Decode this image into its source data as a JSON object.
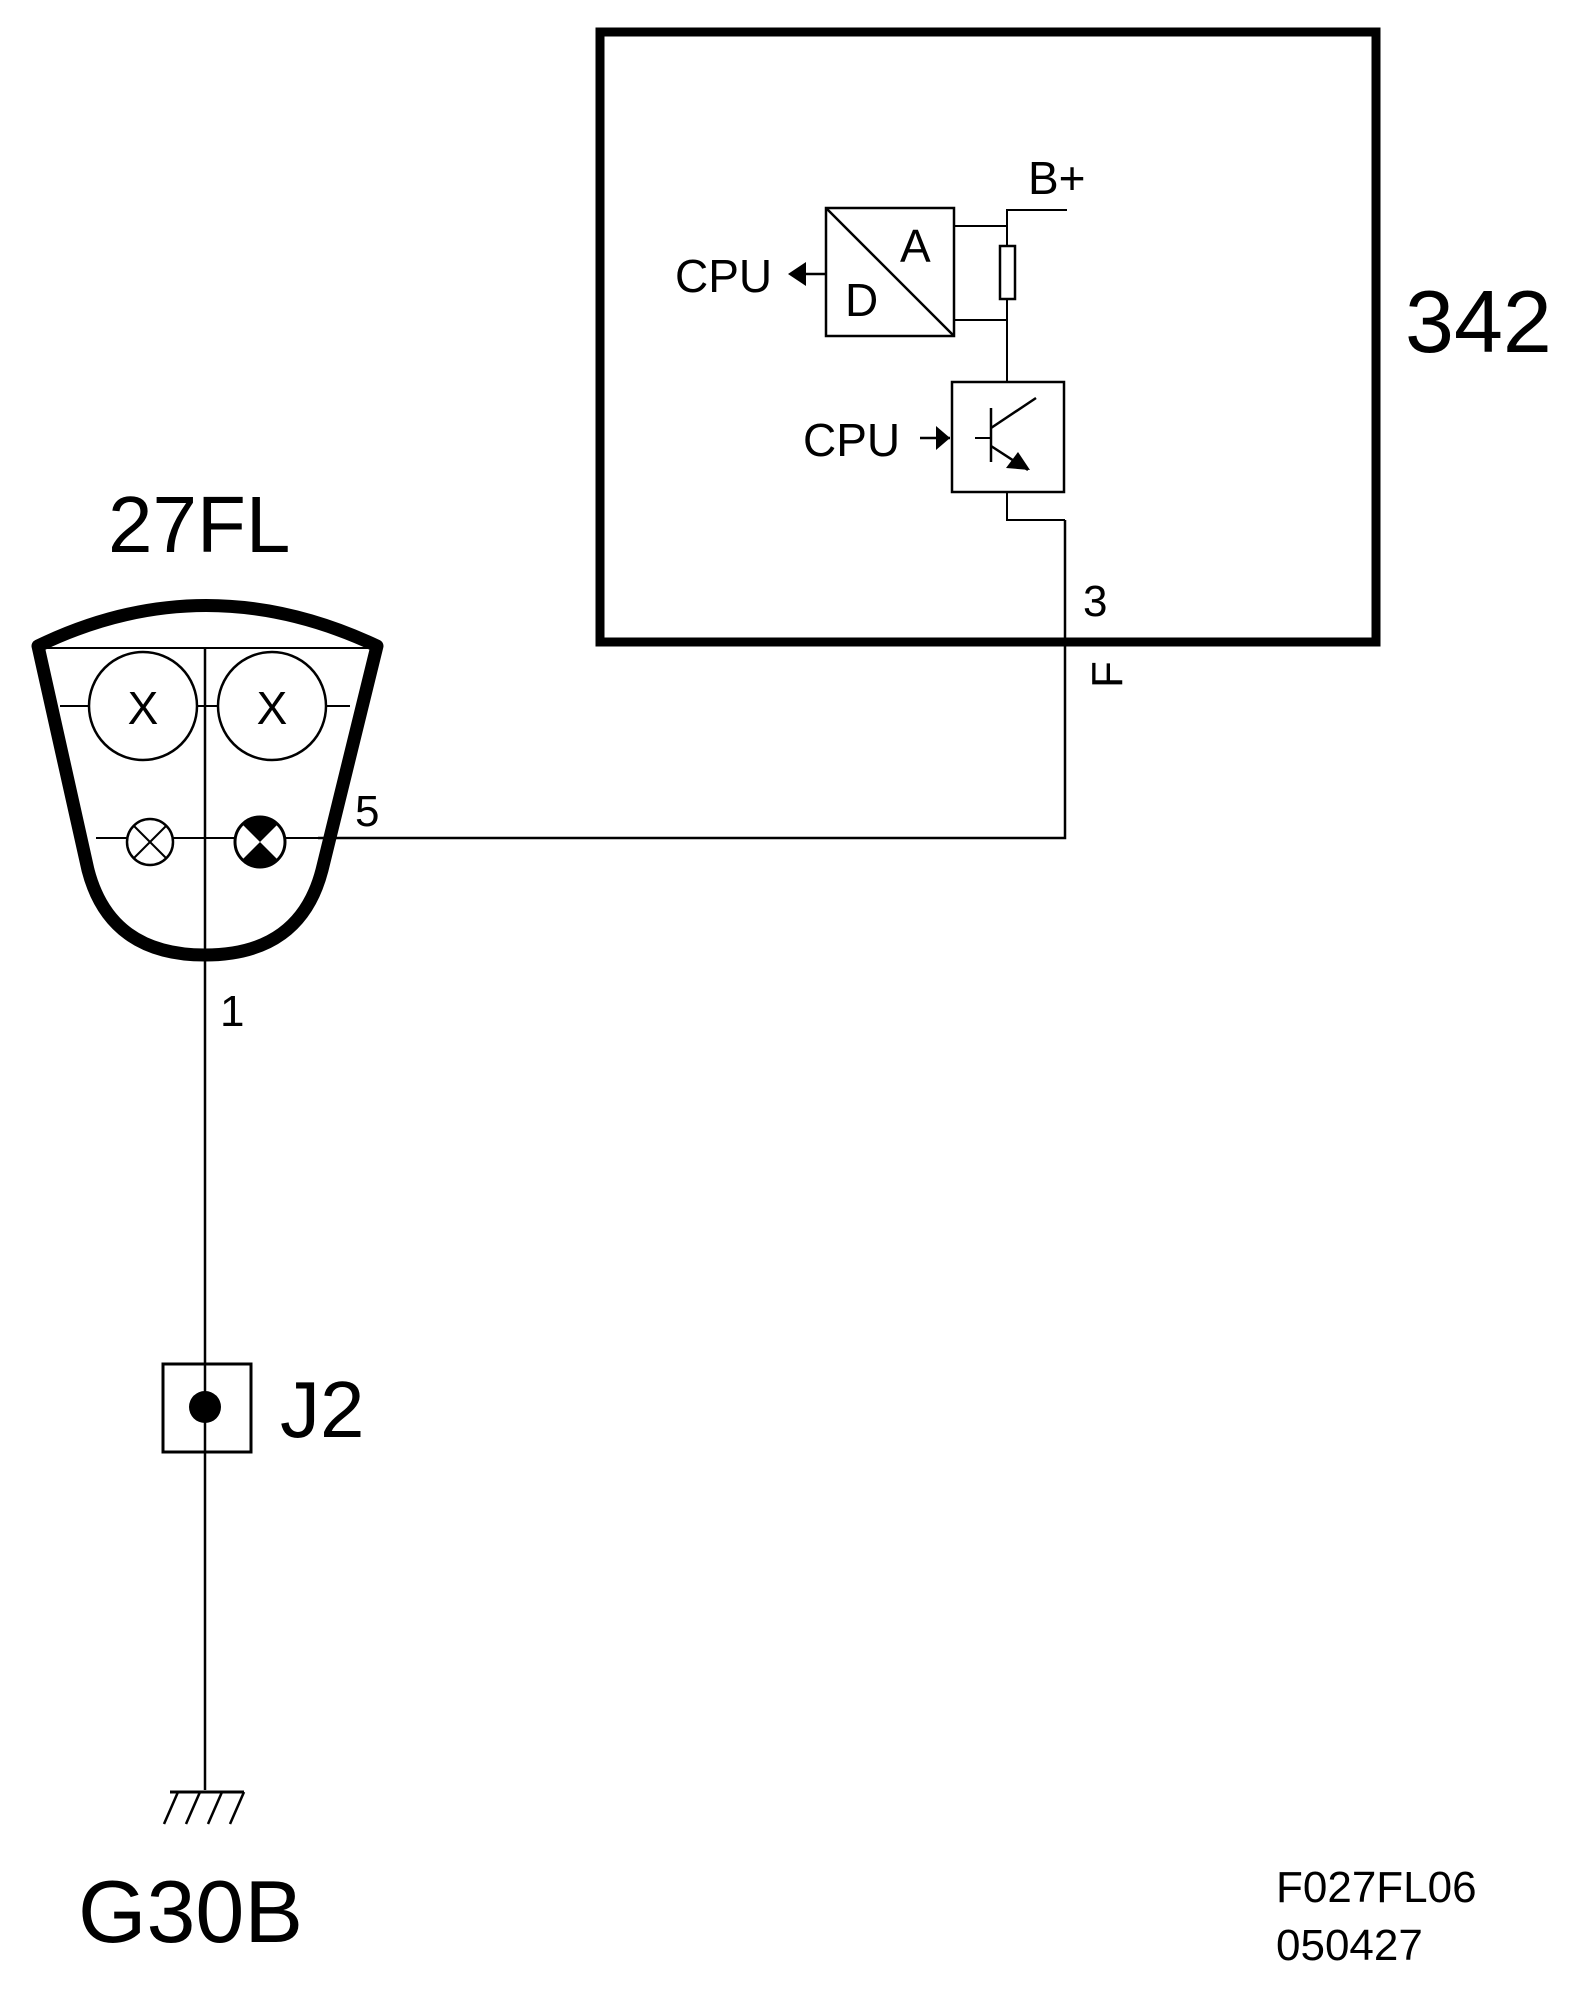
{
  "components": {
    "ecu": {
      "id": "342",
      "supply": "B+",
      "adc_top": "A",
      "adc_bottom": "D",
      "cpu_out": "CPU",
      "cpu_in": "CPU",
      "pin": "3",
      "connector": "F"
    },
    "cluster": {
      "id": "27FL",
      "lamp1": "X",
      "lamp2": "X",
      "pin_signal": "5",
      "pin_ground": "1"
    },
    "splice": {
      "id": "J2"
    },
    "ground": {
      "id": "G30B"
    }
  },
  "footer": {
    "figure_code": "F027FL06",
    "date_code": "050427"
  }
}
